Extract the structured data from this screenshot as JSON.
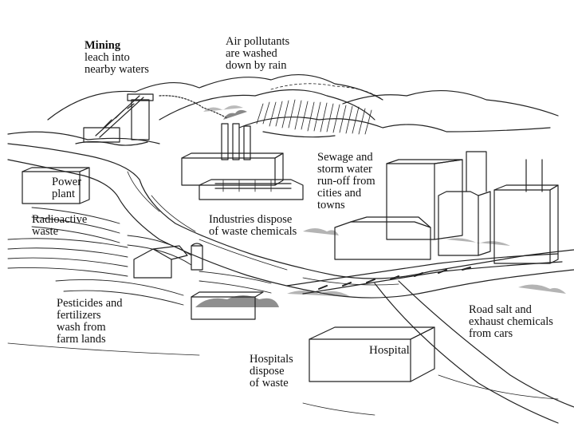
{
  "labels": {
    "mining": {
      "title": "Mining",
      "body": "leach into\nnearby waters"
    },
    "air": "Air pollutants\nare washed\ndown by rain",
    "power": "Power\nplant",
    "radioactive": "Radioactive\nwaste",
    "sewage": "Sewage and\nstorm water\nrun-off from\ncities and\ntowns",
    "industries": "Industries dispose\nof waste chemicals",
    "pesticides": "Pesticides and\nfertilizers\nwash from\nfarm lands",
    "roadsalt": "Road salt and\nexhaust chemicals\nfrom cars",
    "hospitals": "Hospitals\ndispose\nof waste",
    "hospital_sign": "Hospital"
  }
}
